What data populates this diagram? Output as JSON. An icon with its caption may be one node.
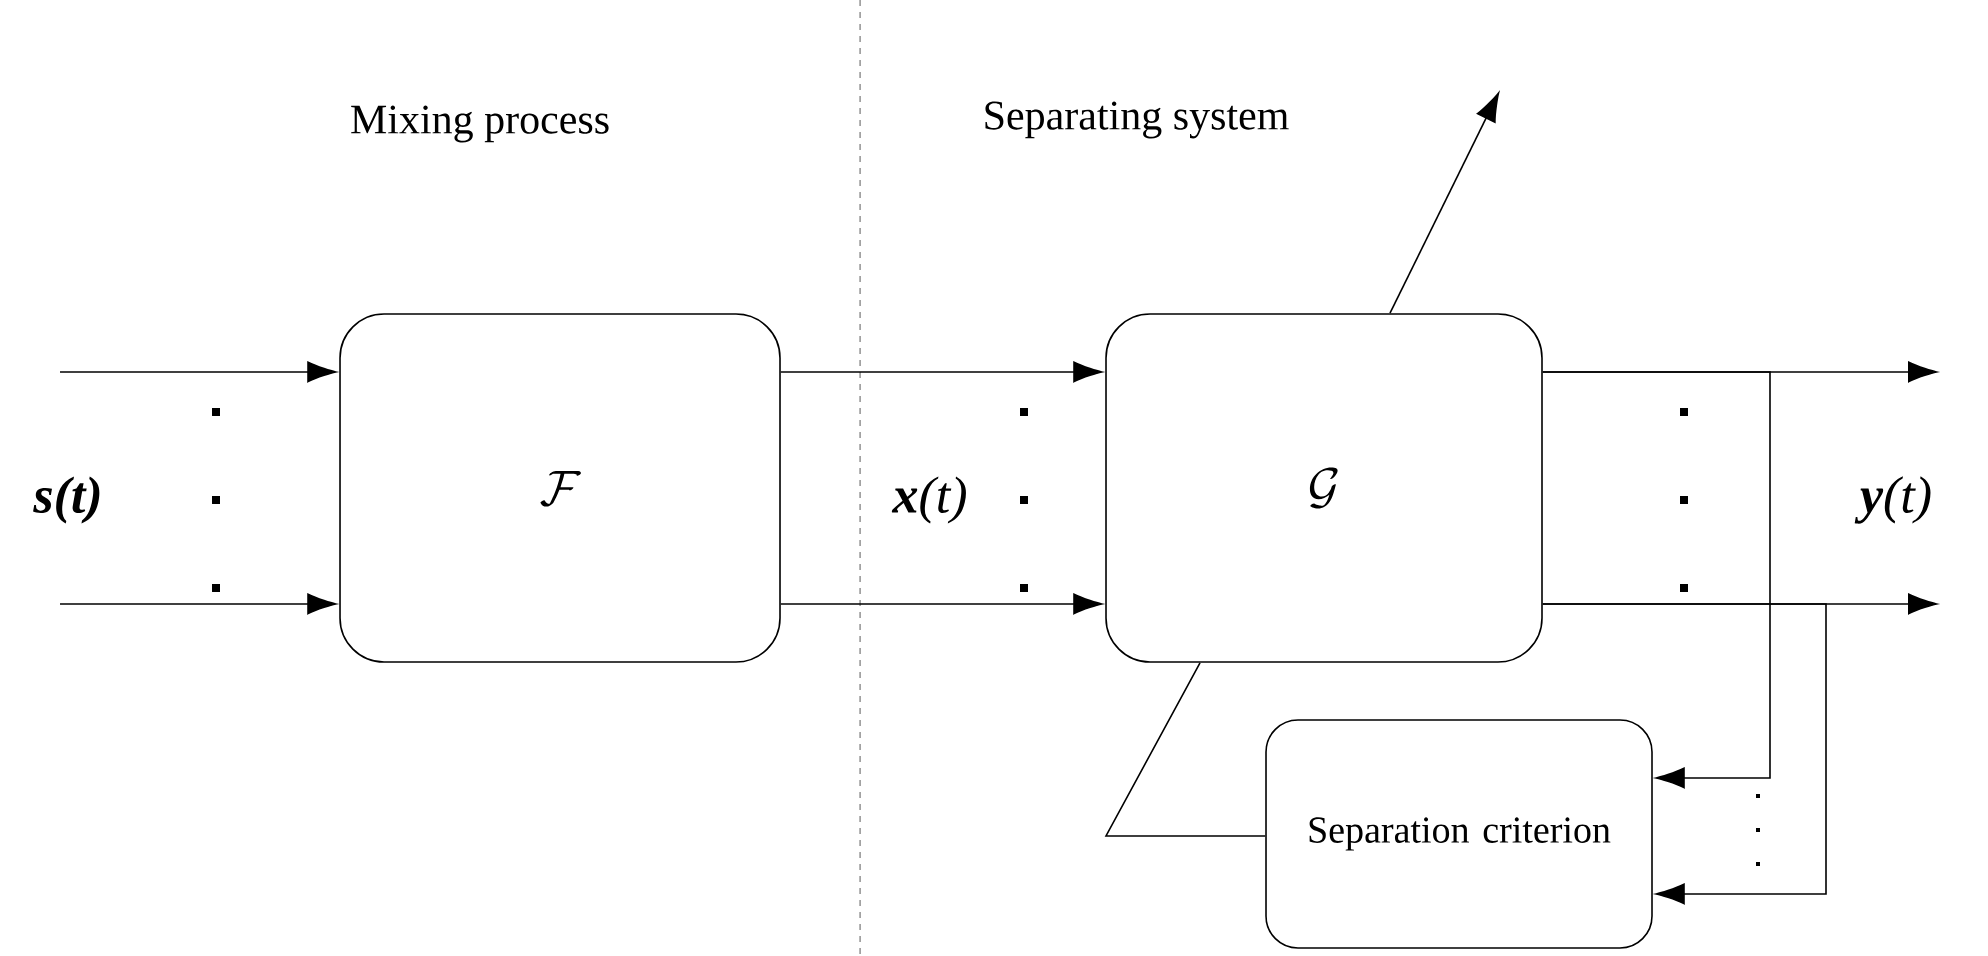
{
  "diagram": {
    "nodes": [
      {
        "text": [
          "\\mathcal{F}"
        ]
      },
      {
        "text": [
          "\\mathcal{G}"
        ]
      },
      {
        "text": [
          "Separation criterion"
        ]
      }
    ],
    "edges": [
      {
        "from": null,
        "to": 0,
        "arrow": "to"
      },
      {
        "from": null,
        "to": 0,
        "arrow": "to"
      },
      {
        "from": 0,
        "to": 1,
        "arrow": "to"
      },
      {
        "from": 0,
        "to": 1,
        "arrow": "to"
      },
      {
        "from": 1,
        "to": null,
        "arrow": "to"
      },
      {
        "from": 1,
        "to": null,
        "arrow": "to"
      },
      {
        "from": 1,
        "to": 2,
        "arrow": "to"
      },
      {
        "from": 1,
        "to": 2,
        "arrow": "to"
      },
      {
        "from": 2,
        "to": 1,
        "arrow": "none"
      },
      {
        "from": 1,
        "to": null,
        "arrow": "to"
      }
    ],
    "labels": [
      "Mixing process",
      "Separating system",
      "s(t)",
      "**x**(t)",
      "**y**(t)"
    ]
  }
}
